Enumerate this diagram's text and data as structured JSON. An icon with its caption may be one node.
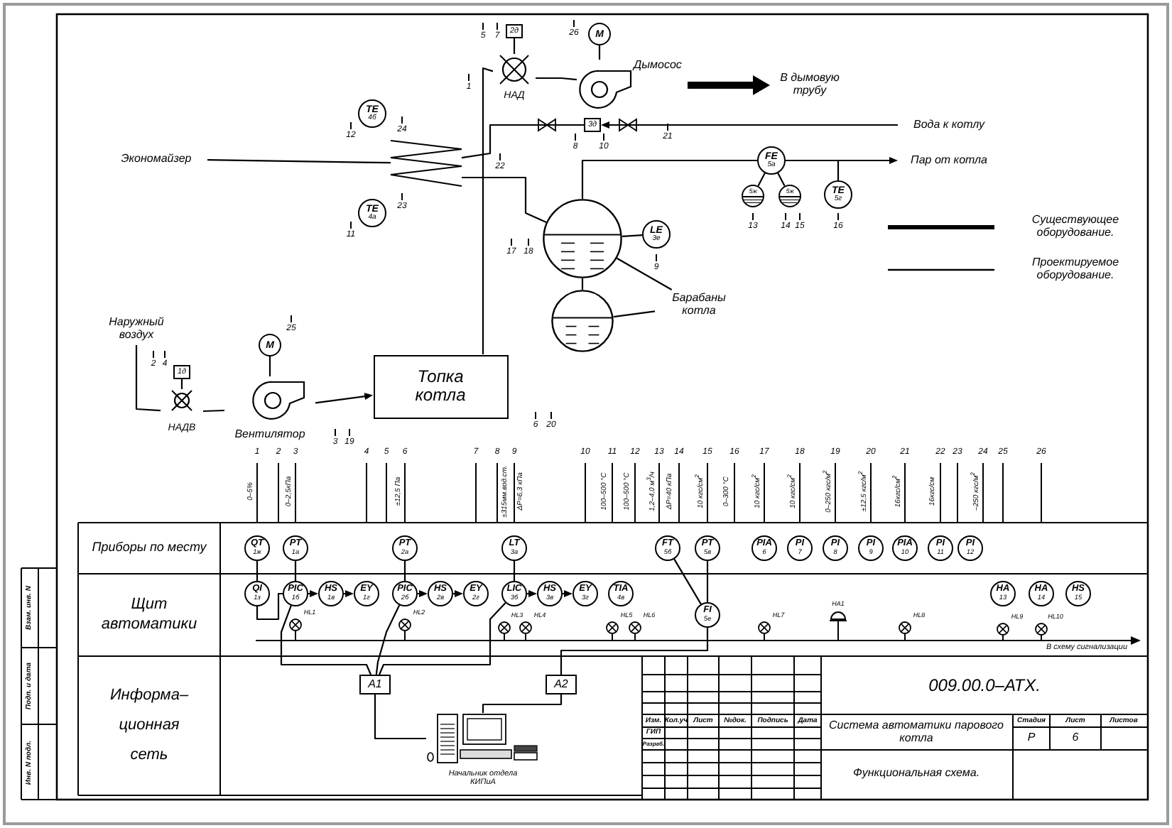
{
  "diagram": {
    "nodes": [
      {
        "text": [
          "Наружный воздух"
        ]
      },
      {
        "text": [
          "1д"
        ]
      },
      {
        "text": [
          "НАДВ"
        ]
      },
      {
        "text": [
          "M"
        ]
      },
      {
        "text": [
          "Вентилятор"
        ]
      },
      {
        "text": [
          "Топка котла"
        ]
      },
      {
        "text": [
          "Экономайзер"
        ]
      },
      {
        "text": [],
        "shape": "coil"
      },
      {
        "text": [
          "TE",
          "4б"
        ]
      },
      {
        "text": [
          "TE",
          "4а"
        ]
      },
      {
        "text": [
          "2д"
        ]
      },
      {
        "text": [
          "НАД"
        ]
      },
      {
        "text": [
          "M"
        ]
      },
      {
        "text": [
          "Дымосос"
        ]
      },
      {
        "text": [
          "В дымовую трубу"
        ]
      },
      {
        "text": [
          "3д"
        ]
      },
      {
        "text": [
          "Вода к котлу"
        ]
      },
      {
        "text": [
          "Пар от котла"
        ]
      },
      {
        "text": [],
        "shape": "circle"
      },
      {
        "text": [],
        "shape": "circle"
      },
      {
        "text": [
          "LE",
          "3е"
        ]
      },
      {
        "text": [
          "Барабаны котла"
        ]
      },
      {
        "text": [
          "FE",
          "5а"
        ]
      },
      {
        "text": [
          "5ж"
        ]
      },
      {
        "text": [
          "5ж"
        ]
      },
      {
        "text": [
          "TE",
          "5г"
        ]
      },
      {
        "text": [
          "QT",
          "1ж"
        ]
      },
      {
        "text": [
          "PT",
          "1а"
        ]
      },
      {
        "text": [
          "PT",
          "2а"
        ]
      },
      {
        "text": [
          "LT",
          "3а"
        ]
      },
      {
        "text": [
          "FT",
          "5б"
        ]
      },
      {
        "text": [
          "PT",
          "5в"
        ]
      },
      {
        "text": [
          "PIA",
          "6"
        ]
      },
      {
        "text": [
          "PI",
          "7"
        ]
      },
      {
        "text": [
          "PI",
          "8"
        ]
      },
      {
        "text": [
          "PI",
          "9"
        ]
      },
      {
        "text": [
          "PIA",
          "10"
        ]
      },
      {
        "text": [
          "PI",
          "11"
        ]
      },
      {
        "text": [
          "PI",
          "12"
        ]
      },
      {
        "text": [
          "QI",
          "1з"
        ]
      },
      {
        "text": [
          "PIC",
          "1б"
        ]
      },
      {
        "text": [
          "HS",
          "1в"
        ]
      },
      {
        "text": [
          "EY",
          "1г"
        ]
      },
      {
        "text": [
          "PIC",
          "2б"
        ]
      },
      {
        "text": [
          "HS",
          "2в"
        ]
      },
      {
        "text": [
          "EY",
          "2г"
        ]
      },
      {
        "text": [
          "LIC",
          "3б"
        ]
      },
      {
        "text": [
          "HS",
          "3в"
        ]
      },
      {
        "text": [
          "EY",
          "3г"
        ]
      },
      {
        "text": [
          "TIA",
          "4в"
        ]
      },
      {
        "text": [
          "FI",
          "5е"
        ]
      },
      {
        "text": [
          "HA",
          "13"
        ]
      },
      {
        "text": [
          "HA",
          "14"
        ]
      },
      {
        "text": [
          "HS",
          "15"
        ]
      },
      {
        "text": [
          "A1"
        ]
      },
      {
        "text": [
          "A2"
        ]
      },
      {
        "text": [],
        "shape": "picture",
        "beside": [
          "Начальник отдела КИПиА"
        ]
      }
    ],
    "edges": [
      {
        "from": 0,
        "to": 2,
        "arrow": "none"
      },
      {
        "from": 1,
        "to": 2,
        "arrow": "none"
      },
      {
        "from": 2,
        "to": 4,
        "arrow": "none"
      },
      {
        "from": 3,
        "to": 4,
        "arrow": "none"
      },
      {
        "from": 4,
        "to": 5,
        "arrow": "to"
      },
      {
        "from": 5,
        "to": 11,
        "arrow": "none"
      },
      {
        "from": 6,
        "to": 7,
        "arrow": "none"
      },
      {
        "from": 10,
        "to": 11,
        "arrow": "none"
      },
      {
        "from": 11,
        "to": 13,
        "arrow": "none"
      },
      {
        "from": 12,
        "to": 13,
        "arrow": "none"
      },
      {
        "from": 13,
        "to": 14,
        "arrow": "to",
        "style": "thick"
      },
      {
        "from": 16,
        "to": 15,
        "arrow": "to"
      },
      {
        "from": 15,
        "to": 7,
        "arrow": "none"
      },
      {
        "from": 7,
        "to": 18,
        "arrow": "none"
      },
      {
        "from": 18,
        "to": 19,
        "arrow": "none"
      },
      {
        "from": 20,
        "to": 18,
        "arrow": "none"
      },
      {
        "from": 21,
        "to": 18,
        "arrow": "none"
      },
      {
        "from": 21,
        "to": 19,
        "arrow": "none"
      },
      {
        "from": 18,
        "to": 22,
        "arrow": "none"
      },
      {
        "from": 22,
        "to": 17,
        "arrow": "to"
      },
      {
        "from": 22,
        "to": 23,
        "arrow": "none"
      },
      {
        "from": 22,
        "to": 24,
        "arrow": "none"
      },
      {
        "from": 22,
        "to": 25,
        "arrow": "none"
      },
      {
        "from": 26,
        "to": 39,
        "arrow": "none"
      },
      {
        "from": 27,
        "to": 40,
        "arrow": "none"
      },
      {
        "from": 39,
        "to": 40,
        "arrow": "none"
      },
      {
        "from": 40,
        "to": 41,
        "arrow": "to"
      },
      {
        "from": 41,
        "to": 42,
        "arrow": "to"
      },
      {
        "from": 28,
        "to": 43,
        "arrow": "none"
      },
      {
        "from": 43,
        "to": 44,
        "arrow": "to"
      },
      {
        "from": 44,
        "to": 45,
        "arrow": "to"
      },
      {
        "from": 29,
        "to": 46,
        "arrow": "none"
      },
      {
        "from": 46,
        "to": 47,
        "arrow": "to"
      },
      {
        "from": 47,
        "to": 48,
        "arrow": "to"
      },
      {
        "from": 30,
        "to": 50,
        "arrow": "none"
      },
      {
        "from": 31,
        "to": 50,
        "arrow": "none"
      },
      {
        "from": 40,
        "to": 54,
        "arrow": "none"
      },
      {
        "from": 43,
        "to": 54,
        "arrow": "none"
      },
      {
        "from": 46,
        "to": 54,
        "arrow": "none"
      },
      {
        "from": 50,
        "to": 55,
        "arrow": "none"
      },
      {
        "from": 54,
        "to": 56,
        "arrow": "none"
      },
      {
        "from": 55,
        "to": 56,
        "arrow": "none"
      }
    ],
    "labels": [
      "5",
      "7",
      "26",
      "1",
      "12",
      "24",
      "22",
      "21",
      "8",
      "10",
      "23",
      "17",
      "18",
      "11",
      "25",
      "2",
      "4",
      "3",
      "19",
      "6",
      "20",
      "13",
      "14",
      "15",
      "16",
      "9",
      "1",
      "2",
      "3",
      "4",
      "5",
      "6",
      "7",
      "8",
      "9",
      "10",
      "11",
      "12",
      "13",
      "14",
      "15",
      "16",
      "17",
      "18",
      "19",
      "20",
      "21",
      "22",
      "23",
      "24",
      "25",
      "26",
      "0–5%",
      "0–2,5кПа",
      "±12,5 Па",
      "±315мм.вод.ст.",
      "ΔP=6,3 кПа",
      "100–500 °С",
      "100–500 °С",
      "1,2–4,0 м$^{3}$/ч",
      "ΔP=40 кПа",
      "10 кгс/см$^{2}$",
      "0–300 °С",
      "10 кгс/см$^{2}$",
      "10 кгс/см$^{2}$",
      "0–250 кгс/м$^{2}$",
      "±12,5 кгс/м$^{2}$",
      "16кгс/см$^{2}$",
      "16кгс/см",
      "–250 кгс/м$^{2}$",
      "Приборы по месту",
      "Щит автоматики",
      "Информа– ционная сеть",
      "HL1",
      "HL2",
      "HL3",
      "HL4",
      "HL5",
      "HL6",
      "HL7",
      "HL8",
      "HL9",
      "HL10",
      "HA1",
      "В схему сигнализации",
      "009.00.0–АТХ.",
      "Изм.",
      "Кол.уч",
      "Лист",
      "№док.",
      "Подпись",
      "Дата",
      "Система автоматики парового котла",
      "Стадия",
      "Лист",
      "Листов",
      "ГИП",
      "Р",
      "6",
      "Разраб.",
      "Функциональная схема.",
      "Взам. инв. N",
      "Подп. и дата",
      "Инв. N подл."
    ],
    "legend": [
      {
        "text": "Существующее оборудование."
      },
      {
        "text": "Проектируемое оборудование."
      }
    ]
  }
}
